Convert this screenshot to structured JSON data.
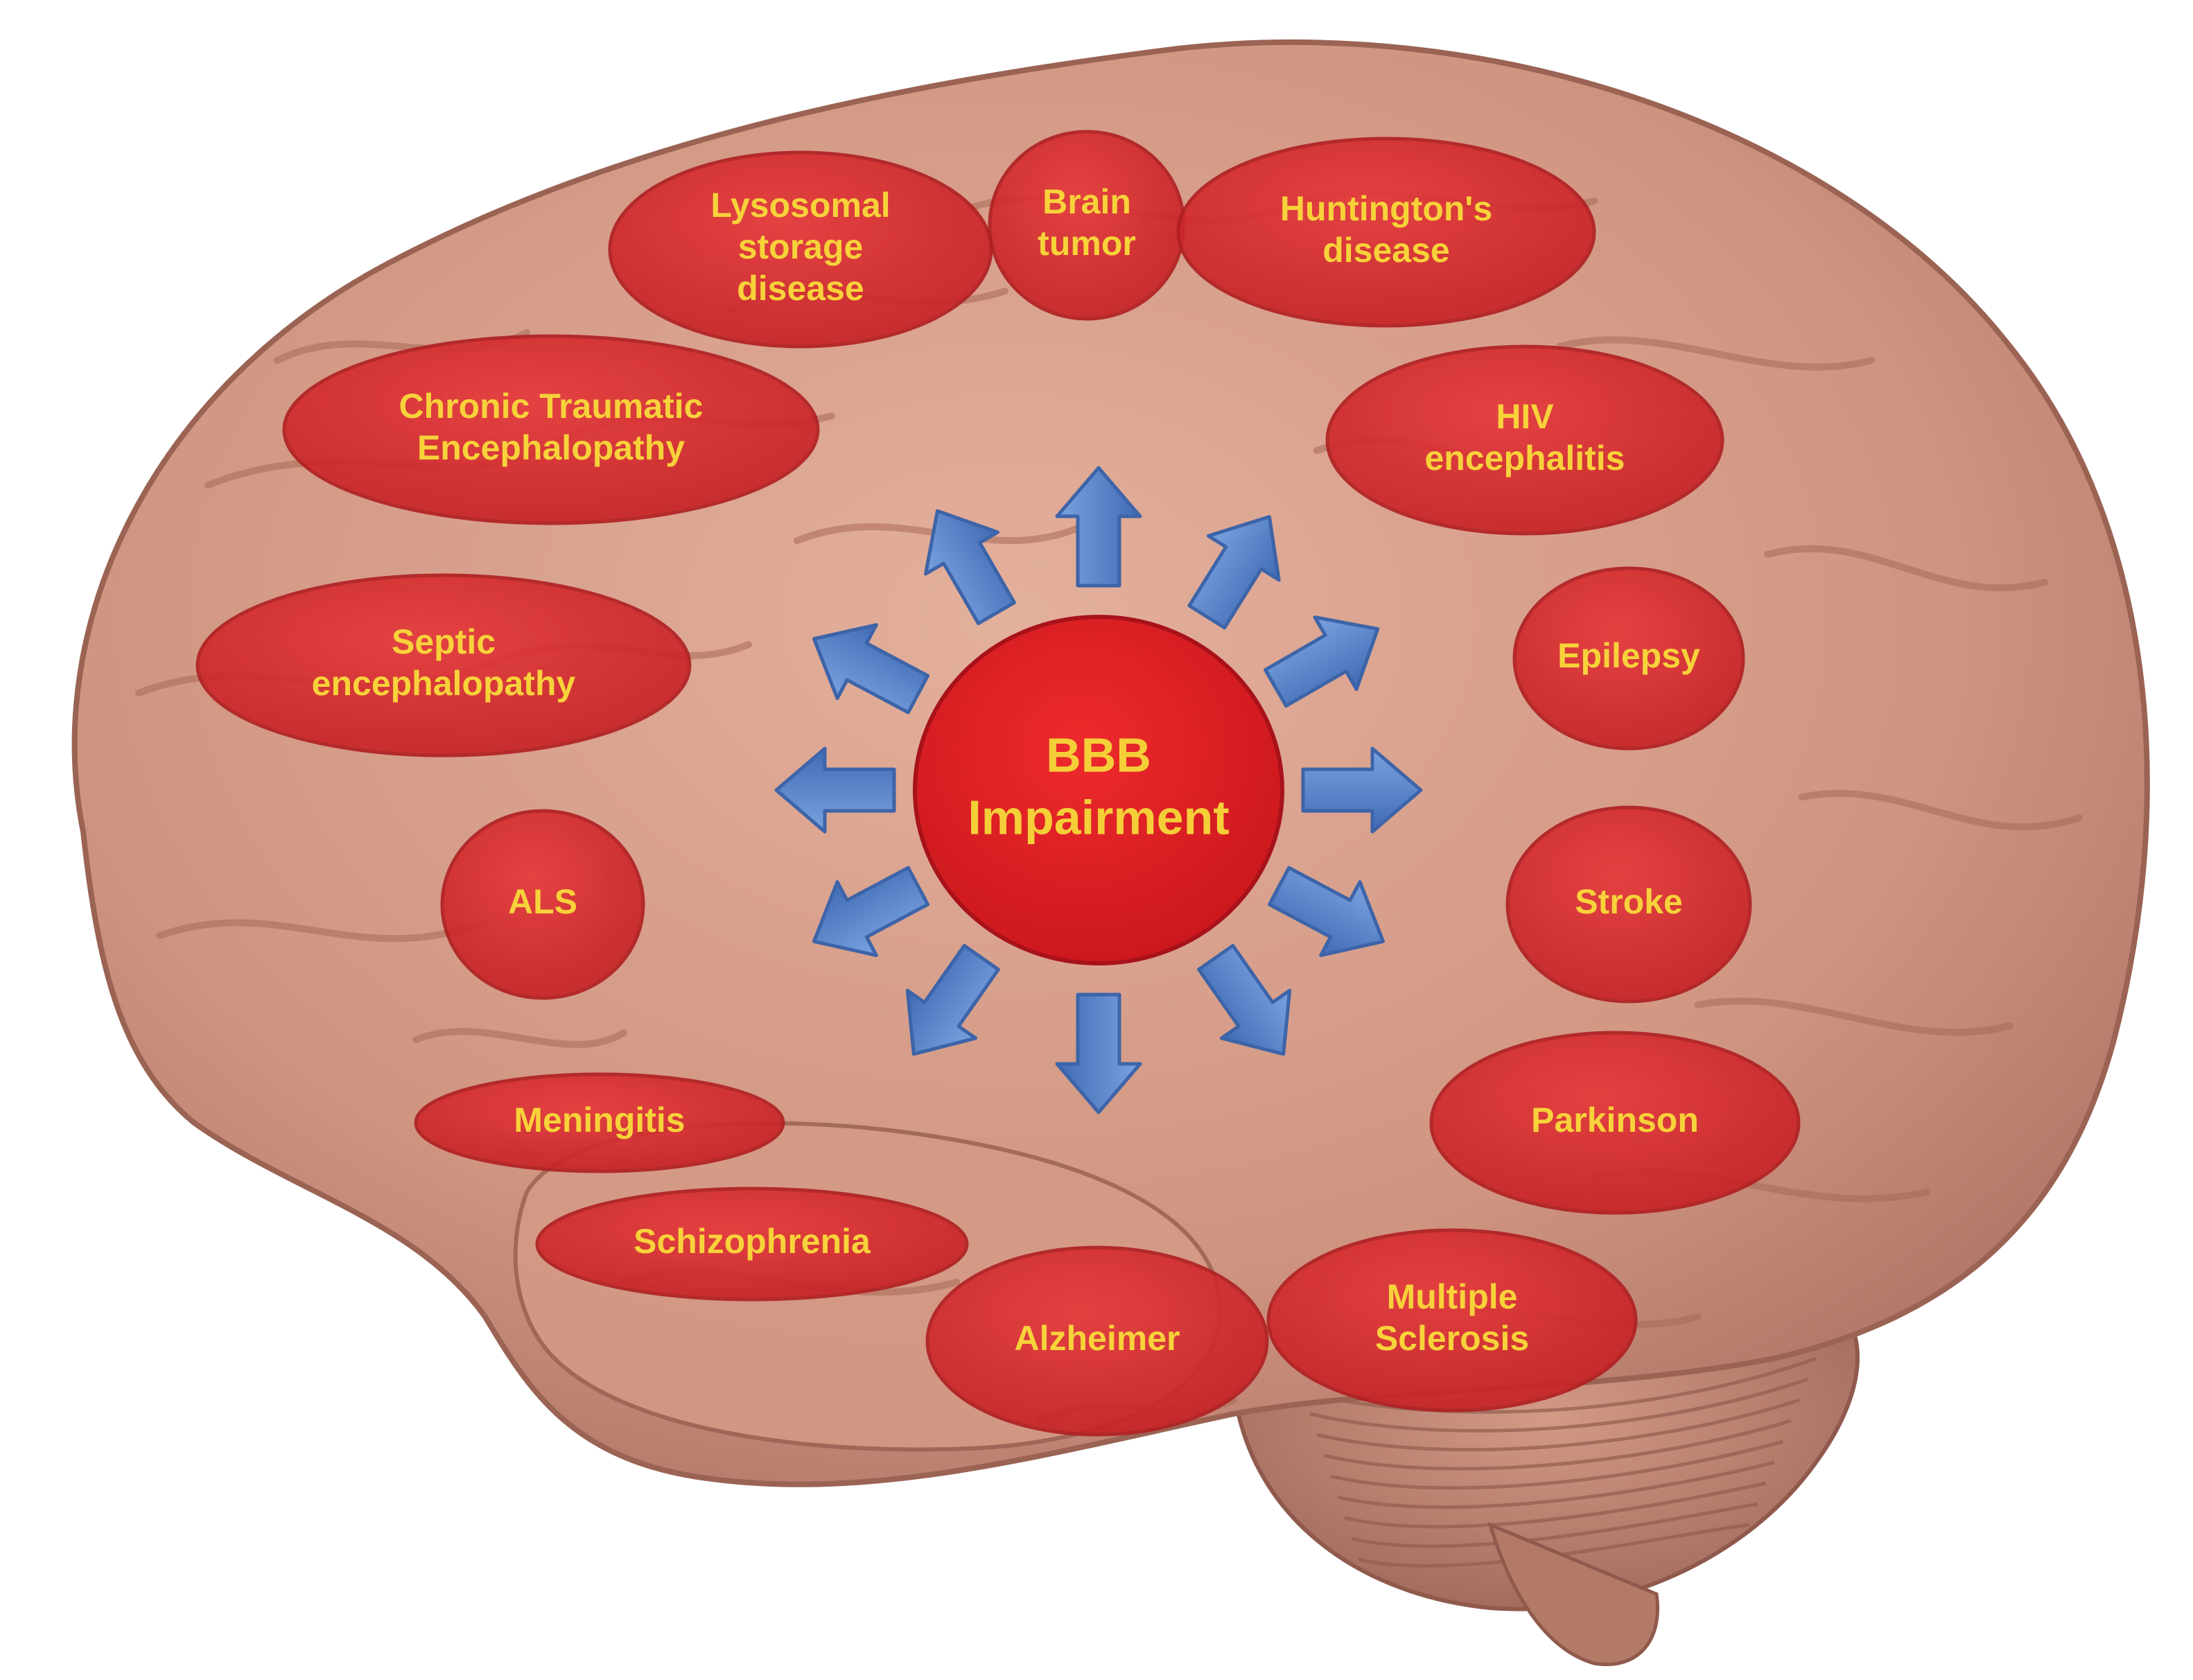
{
  "center": {
    "lines": [
      "BBB",
      "Impairment"
    ]
  },
  "diseases": [
    {
      "id": "lysosomal-storage-disease",
      "lines": [
        "Lysosomal",
        "storage",
        "disease"
      ]
    },
    {
      "id": "brain-tumor",
      "lines": [
        "Brain",
        "tumor"
      ]
    },
    {
      "id": "huntingtons-disease",
      "lines": [
        "Huntington's",
        "disease"
      ]
    },
    {
      "id": "chronic-traumatic-encephalopathy",
      "lines": [
        "Chronic Traumatic",
        "Encephalopathy"
      ]
    },
    {
      "id": "hiv-encephalitis",
      "lines": [
        "HIV",
        "encephalitis"
      ]
    },
    {
      "id": "septic-encephalopathy",
      "lines": [
        "Septic",
        "encephalopathy"
      ]
    },
    {
      "id": "epilepsy",
      "lines": [
        "Epilepsy"
      ]
    },
    {
      "id": "als",
      "lines": [
        "ALS"
      ]
    },
    {
      "id": "stroke",
      "lines": [
        "Stroke"
      ]
    },
    {
      "id": "meningitis",
      "lines": [
        "Meningitis"
      ]
    },
    {
      "id": "parkinson",
      "lines": [
        "Parkinson"
      ]
    },
    {
      "id": "schizophrenia",
      "lines": [
        "Schizophrenia"
      ]
    },
    {
      "id": "alzheimer",
      "lines": [
        "Alzheimer"
      ]
    },
    {
      "id": "multiple-sclerosis",
      "lines": [
        "Multiple",
        "Sclerosis"
      ]
    }
  ],
  "colors": {
    "ellipse_fill": "#d9272b",
    "ellipse_stroke": "#b01e21",
    "label_text": "#f7d23a",
    "center_text": "#f4cf38",
    "arrow_fill": "#5b86cc",
    "arrow_stroke": "#3d64a8",
    "brain_fill": "#d49a85",
    "brain_fold": "#a86a58",
    "cerebellum_fill": "#c48a74"
  },
  "icons": {
    "background": "brain-illustration",
    "arrows": "arrow-icon"
  }
}
